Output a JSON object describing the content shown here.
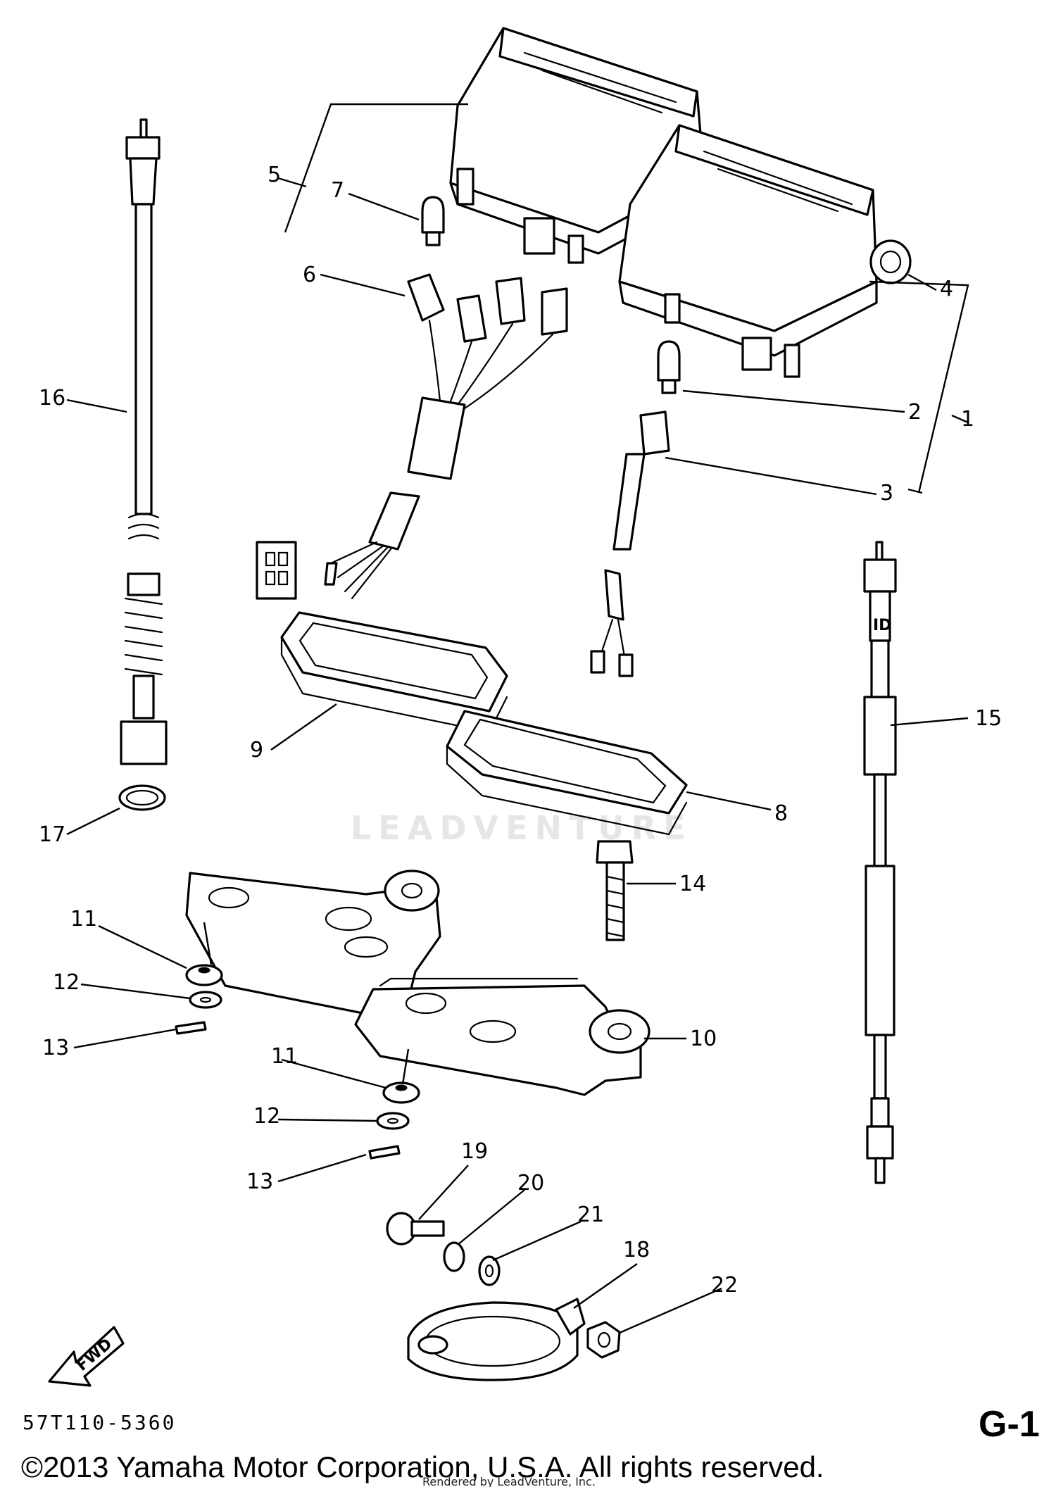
{
  "diagram": {
    "callouts": [
      "1",
      "2",
      "3",
      "4",
      "5",
      "6",
      "7",
      "8",
      "9",
      "10",
      "11",
      "11",
      "12",
      "12",
      "13",
      "13",
      "14",
      "15",
      "16",
      "17",
      "18",
      "19",
      "20",
      "21",
      "22"
    ],
    "direction_label": "FWD",
    "speedo_cable_mark": "ID",
    "watermark": "LEADVENTURE",
    "part_number": "57T110-5360",
    "section": "G-1",
    "copyright": "©2013 Yamaha Motor Corporation, U.S.A. All rights reserved.",
    "render_credit": "Rendered by LeadVenture, Inc."
  }
}
